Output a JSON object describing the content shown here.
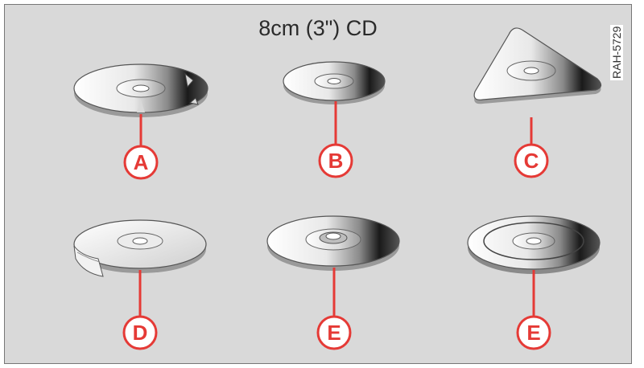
{
  "title": "8cm (3\") CD",
  "reference_code": "RAH-5729",
  "colors": {
    "background": "#d9d9d9",
    "marker": "#e53a36"
  },
  "discs": [
    {
      "id": "A",
      "label": "A",
      "shape": "damaged-disc"
    },
    {
      "id": "B",
      "label": "B",
      "shape": "small-disc"
    },
    {
      "id": "C",
      "label": "C",
      "shape": "triangular-disc"
    },
    {
      "id": "D",
      "label": "D",
      "shape": "disc-with-peeling-label"
    },
    {
      "id": "E1",
      "label": "E",
      "shape": "disc-with-raised-hub"
    },
    {
      "id": "E2",
      "label": "E",
      "shape": "disc-with-raised-ring"
    }
  ]
}
